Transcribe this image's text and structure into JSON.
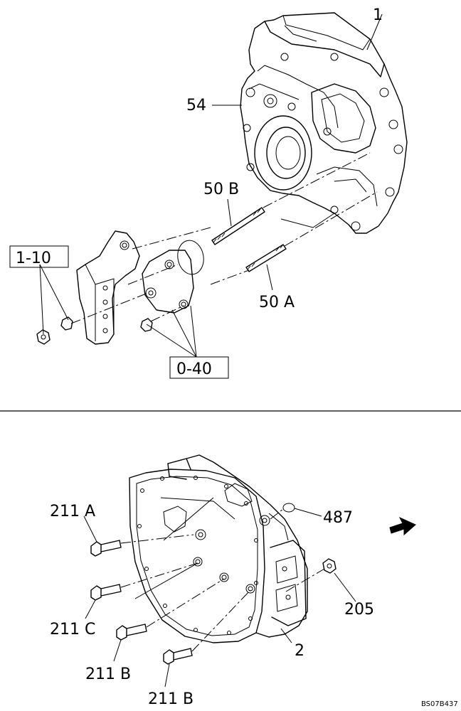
{
  "labels": {
    "top_cover": "1",
    "gasket": "54",
    "stud_b": "50 B",
    "stud_a": "50 A",
    "group_left": "1-10",
    "group_bottom": "0-40",
    "bolt_211a": "211 A",
    "bolt_211c": "211 C",
    "bolt_211b_upper": "211 B",
    "bolt_211b_lower": "211 B",
    "oring": "487",
    "nut": "205",
    "flywheel_housing": "2",
    "figure_code": "BS07B437"
  },
  "icons": {
    "direction": "front-arrow-icon"
  }
}
